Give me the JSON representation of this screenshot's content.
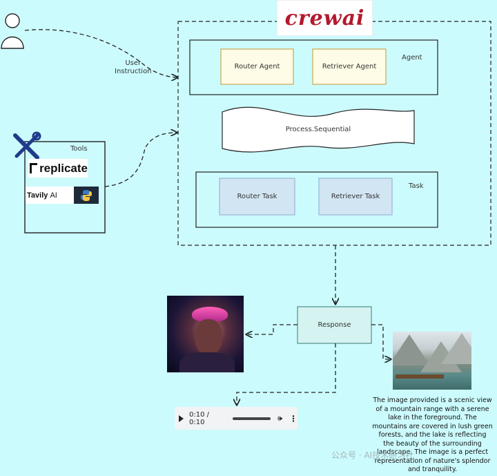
{
  "logo": {
    "text": "crewai"
  },
  "labels": {
    "user_instruction": "User\nInstruction",
    "agent_group": "Agent",
    "task_group": "Task",
    "tools": "Tools",
    "process": "Process.Sequential",
    "response": "Response"
  },
  "agents": [
    {
      "label": "Router Agent"
    },
    {
      "label": "Retriever Agent"
    }
  ],
  "tasks": [
    {
      "label": "Router Task"
    },
    {
      "label": "Retriever Task"
    }
  ],
  "tools": [
    {
      "name": "replicate"
    },
    {
      "name": "Tavily",
      "suffix": "AI"
    }
  ],
  "audio_player": {
    "time": "0:10 / 0:10"
  },
  "caption": "The image provided is a scenic view\nof a mountain range with a serene\nlake in the foreground. The\nmountains are covered in lush green\nforests, and the lake is reflecting\nthe beauty of the surrounding\nlandscape. The image is a perfect\nrepresentation of nature's splendor\nand tranquility.",
  "watermark": "公众号 · AI技术研习社",
  "colors": {
    "background": "#ccfbfd",
    "agent_box_border": "#c9a94a",
    "agent_box_fill": "#fefbe6",
    "task_box_border": "#9bb6d6",
    "task_box_fill": "#d2e5f3",
    "response_fill": "#d4f3f1",
    "logo_red": "#b3192d"
  },
  "icons": [
    "user-icon",
    "tools-icon",
    "python-icon",
    "play-icon",
    "volume-icon",
    "more-icon"
  ]
}
